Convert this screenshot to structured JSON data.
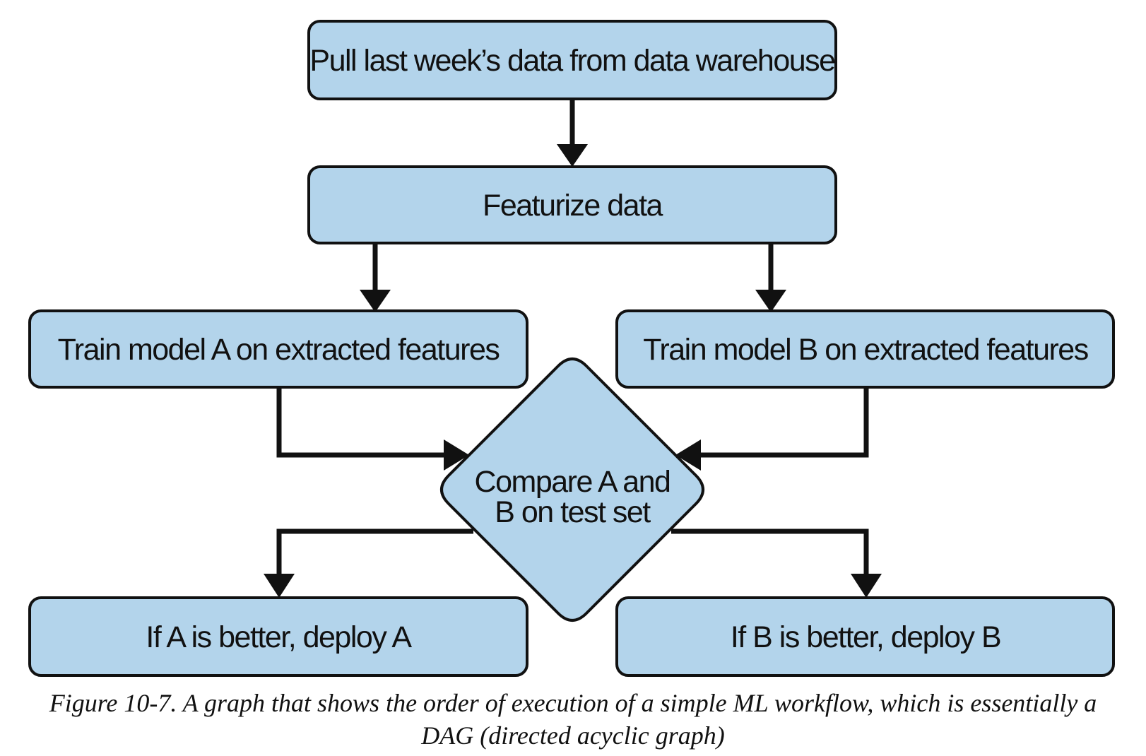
{
  "diagram": {
    "nodes": {
      "pull_data": "Pull last week’s data from data warehouse",
      "featurize": "Featurize data",
      "train_a": "Train model A on extracted features",
      "train_b": "Train model B on extracted features",
      "compare_line1": "Compare A and",
      "compare_line2": "B on test set",
      "deploy_a": "If A is better, deploy A",
      "deploy_b": "If B is better, deploy B"
    },
    "colors": {
      "node_fill": "#b3d4eb",
      "stroke": "#111111"
    }
  },
  "caption": {
    "line1": "Figure 10-7. A graph that shows the order of execution of a simple ML workflow, which is essentially a",
    "line2": "DAG (directed acyclic graph)"
  }
}
